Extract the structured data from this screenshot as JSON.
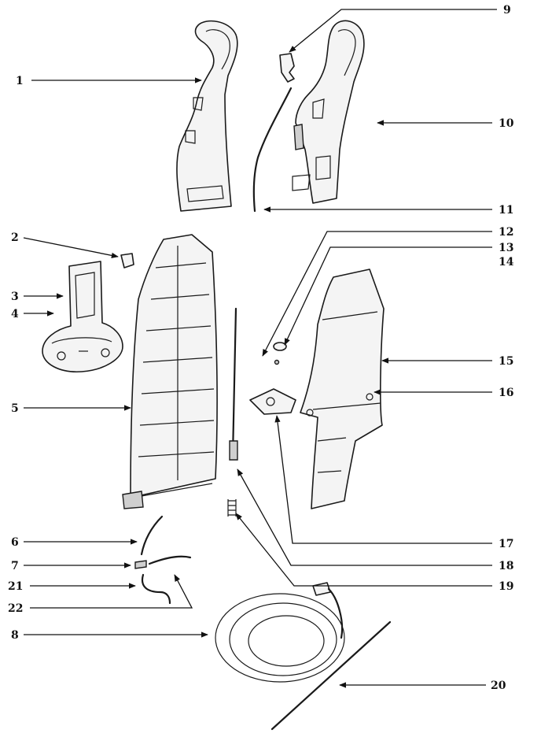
{
  "callouts": {
    "c1": "1",
    "c2": "2",
    "c3": "3",
    "c4": "4",
    "c5": "5",
    "c6": "6",
    "c7": "7",
    "c8": "8",
    "c9": "9",
    "c10": "10",
    "c11": "11",
    "c12": "12",
    "c13": "13",
    "c14": "14",
    "c15": "15",
    "c16": "16",
    "c17": "17",
    "c18": "18",
    "c19": "19",
    "c20": "20",
    "c21": "21",
    "c22": "22"
  },
  "colors": {
    "line": "#1a1a1a",
    "background": "#ffffff"
  }
}
